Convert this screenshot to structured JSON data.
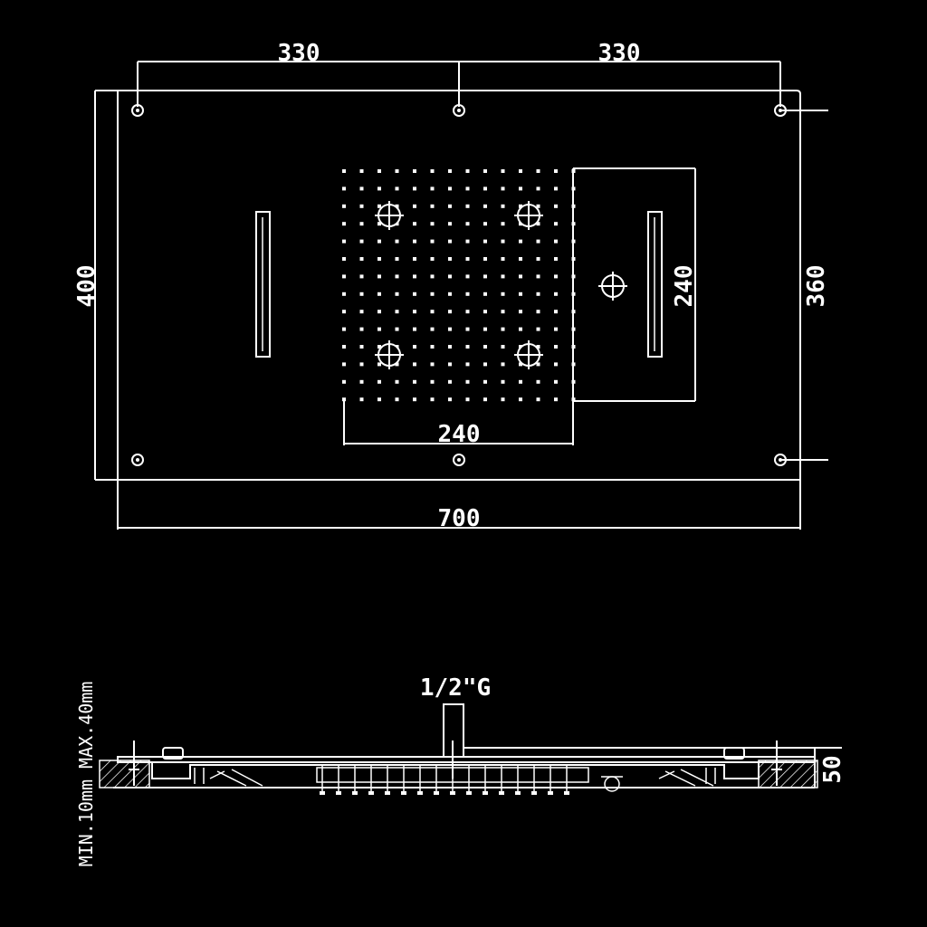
{
  "top_view": {
    "dim_hole_spacing_left": "330",
    "dim_hole_spacing_right": "330",
    "dim_height_outer": "400",
    "dim_height_inner": "360",
    "dim_spray_height": "240",
    "dim_spray_width": "240",
    "dim_width": "700"
  },
  "side_view": {
    "inlet_label": "1/2\"G",
    "thickness_label": "50",
    "ceiling_range_label": "MIN.10mm MAX.40mm"
  },
  "colors": {
    "background": "#000000",
    "lines": "#ffffff"
  }
}
